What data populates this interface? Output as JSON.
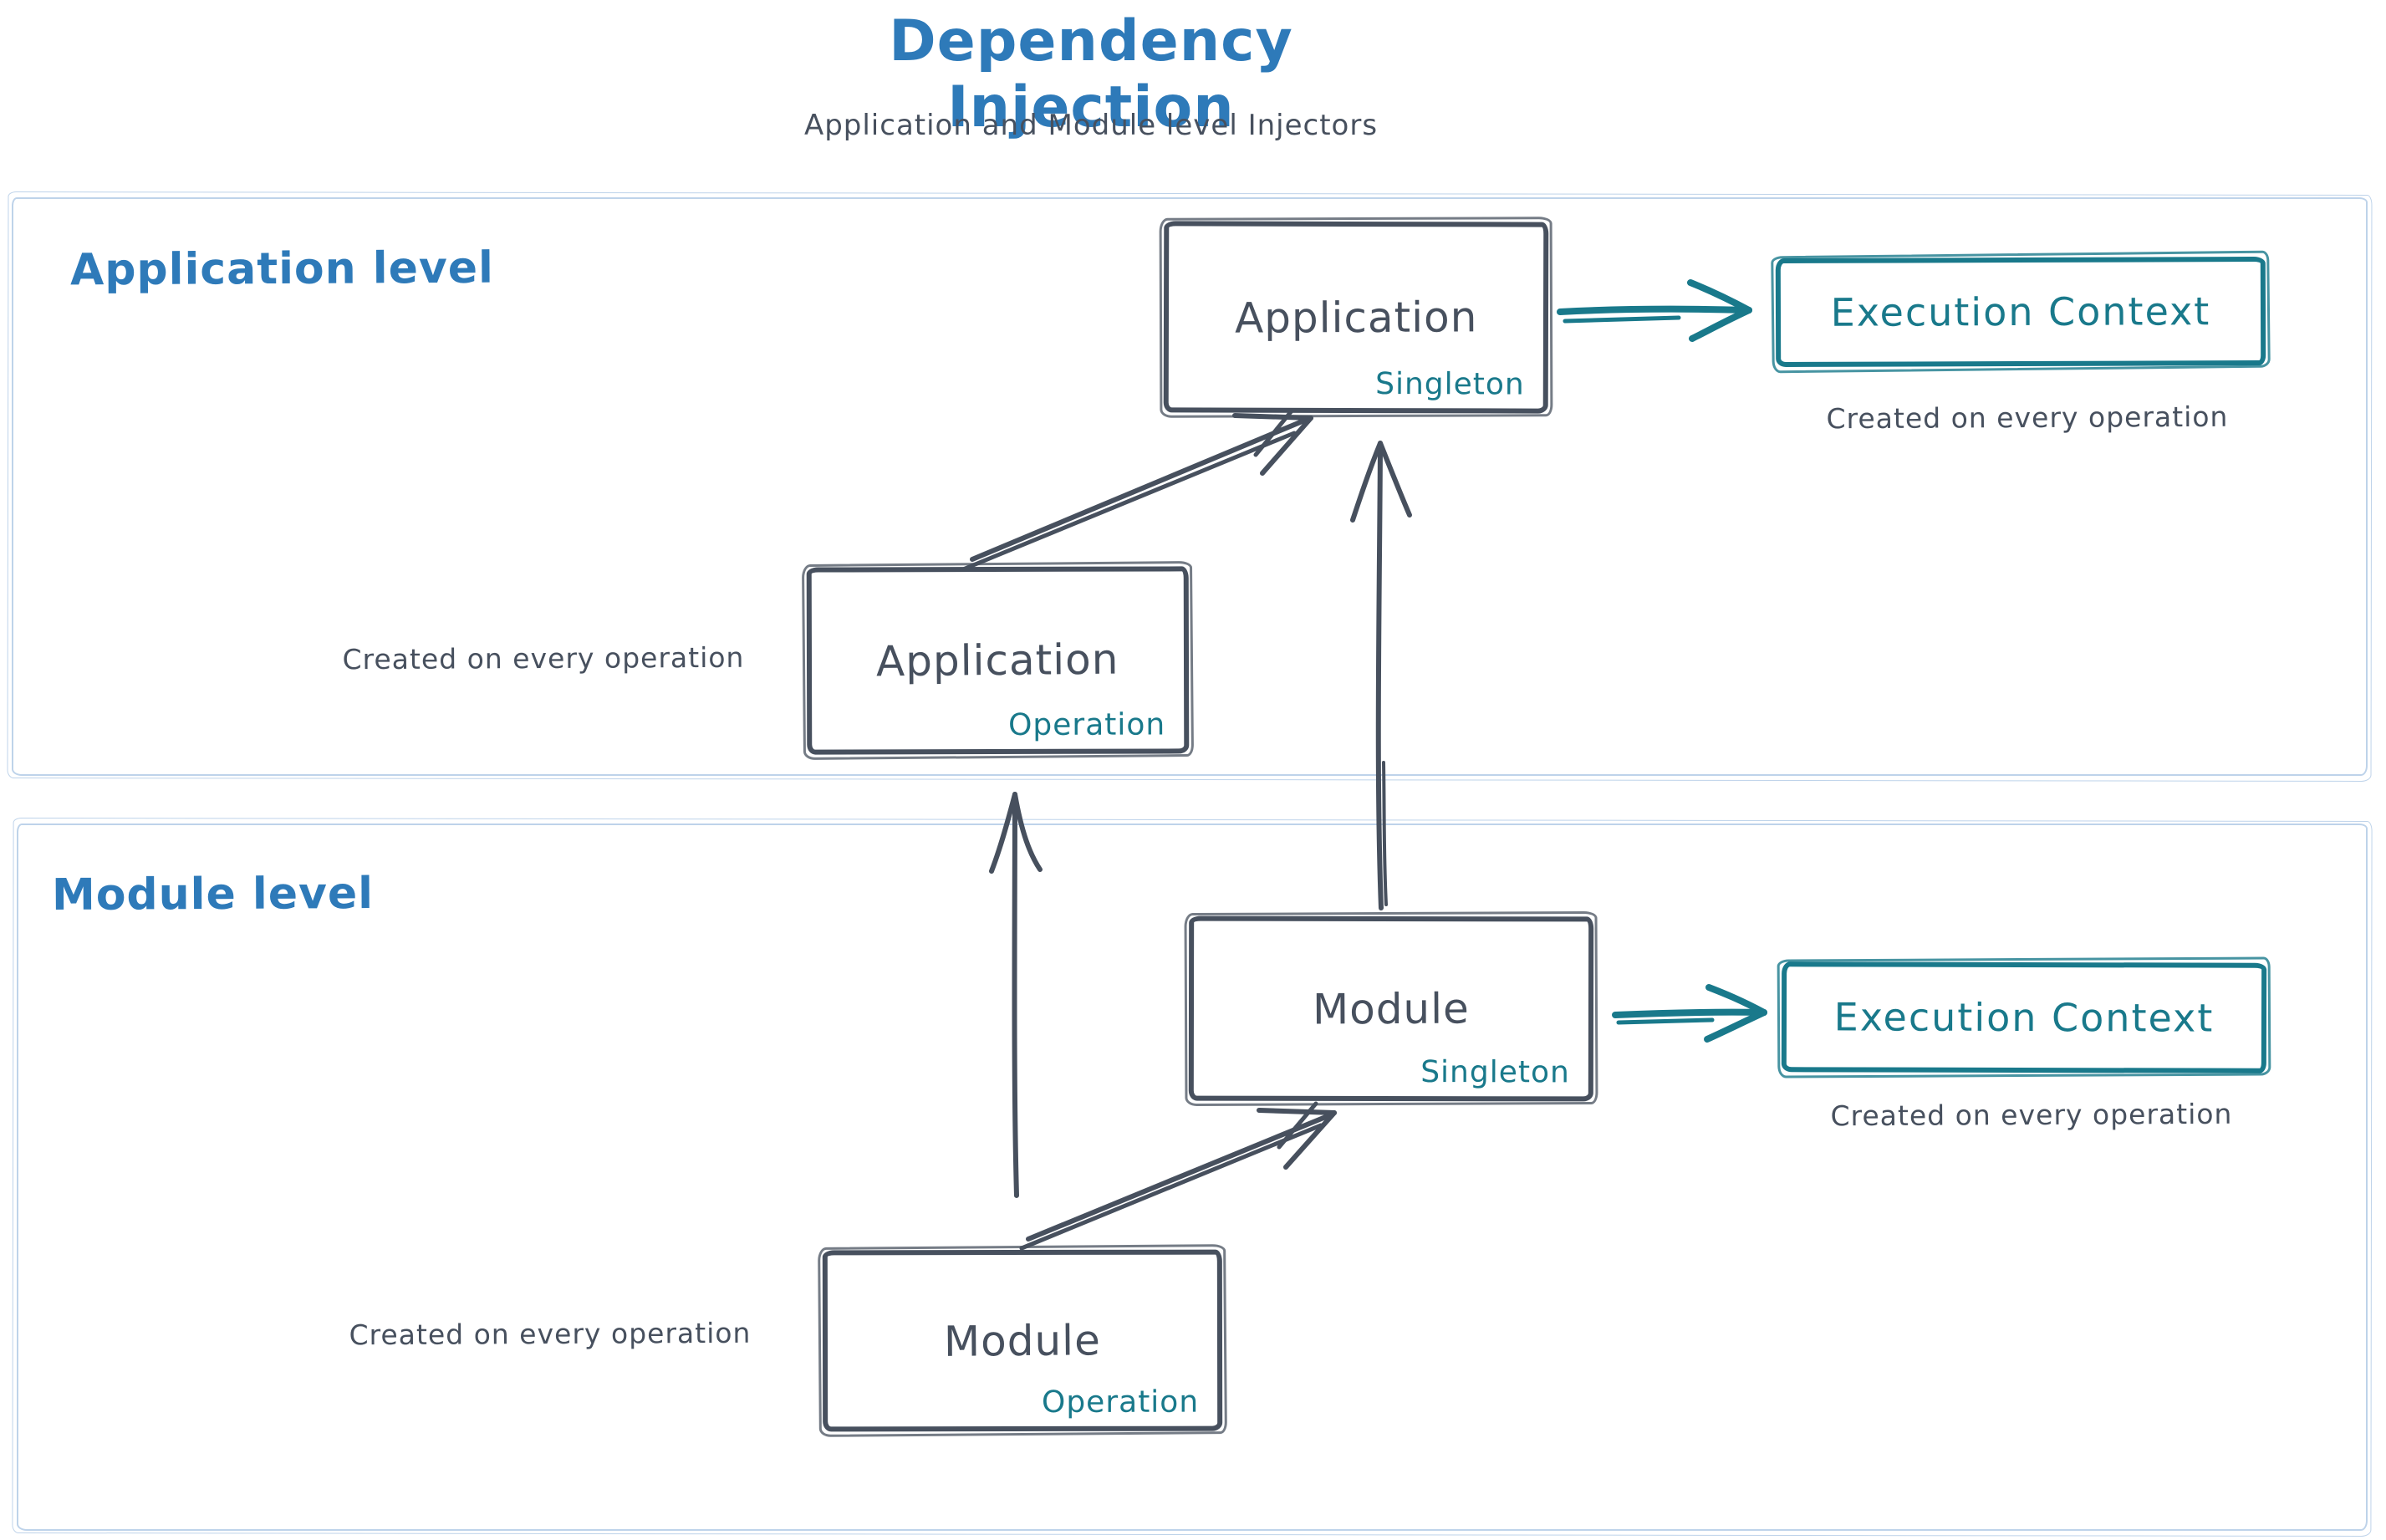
{
  "title": "Dependency Injection",
  "subtitle": "Application and Module level Injectors",
  "colors": {
    "title_blue": "#2e7ab9",
    "ink": "#47505e",
    "teal": "#19798b",
    "container_border": "#bed3ea"
  },
  "application_level": {
    "label": "Application level",
    "singleton_box": {
      "name": "Application",
      "scope": "Singleton"
    },
    "operation_box": {
      "name": "Application",
      "scope": "Operation"
    },
    "operation_note": "Created on every operation",
    "execution_context": {
      "label": "Execution Context",
      "note": "Created on every operation"
    }
  },
  "module_level": {
    "label": "Module level",
    "singleton_box": {
      "name": "Module",
      "scope": "Singleton"
    },
    "operation_box": {
      "name": "Module",
      "scope": "Operation"
    },
    "operation_note": "Created on every operation",
    "execution_context": {
      "label": "Execution Context",
      "note": "Created on every operation"
    }
  },
  "arrows": [
    {
      "from": "application-singleton",
      "to": "application-execution-context",
      "color": "teal"
    },
    {
      "from": "application-operation",
      "to": "application-singleton",
      "color": "ink"
    },
    {
      "from": "module-singleton",
      "to": "module-execution-context",
      "color": "teal"
    },
    {
      "from": "module-operation",
      "to": "module-singleton",
      "color": "ink"
    },
    {
      "from": "module-singleton",
      "to": "application-singleton",
      "color": "ink"
    },
    {
      "from": "module-operation",
      "to": "application-operation",
      "color": "ink"
    }
  ]
}
